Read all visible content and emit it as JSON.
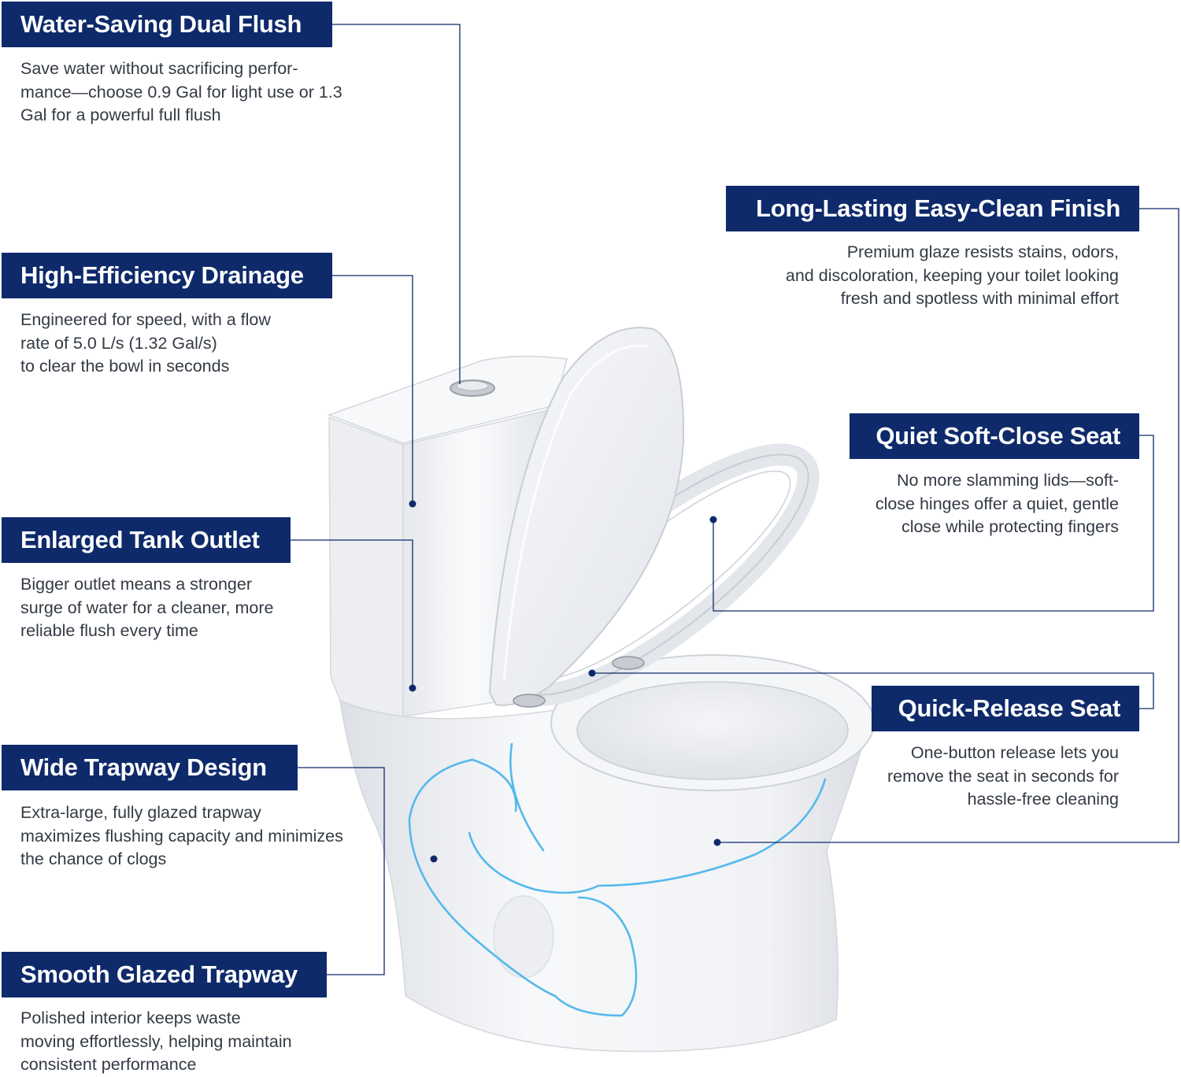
{
  "colors": {
    "badge_bg": "#0e2a6b",
    "badge_text": "#ffffff",
    "body_text": "#333a44",
    "leader_line": "#0e2a6b",
    "flow_curve": "#55b9ec",
    "ceramic": "#f2f3f5"
  },
  "features": {
    "dual_flush": {
      "title": "Water-Saving Dual Flush",
      "lines": [
        "Save water without sacrificing perfor-",
        "mance—choose 0.9 Gal for light use or 1.3",
        "Gal for a powerful full flush"
      ]
    },
    "drainage": {
      "title": "High-Efficiency Drainage",
      "lines": [
        "Engineered for speed, with a flow",
        "rate of 5.0 L/s (1.32 Gal/s)",
        "to clear the bowl in seconds"
      ]
    },
    "tank_outlet": {
      "title": "Enlarged Tank Outlet",
      "lines": [
        "Bigger outlet means a stronger",
        "surge of water for a cleaner, more",
        "reliable flush every time"
      ]
    },
    "trapway": {
      "title": "Wide Trapway Design",
      "lines": [
        "Extra-large, fully glazed trapway",
        "maximizes flushing capacity and minimizes",
        "the chance of clogs"
      ]
    },
    "glazed": {
      "title": "Smooth Glazed Trapway",
      "lines": [
        "Polished interior keeps waste",
        "moving effortlessly, helping maintain",
        "consistent performance"
      ]
    },
    "finish": {
      "title": "Long-Lasting Easy-Clean Finish",
      "lines": [
        "Premium glaze resists stains, odors,",
        "and discoloration, keeping your toilet looking",
        "fresh and spotless with minimal effort"
      ]
    },
    "soft_close": {
      "title": "Quiet Soft-Close Seat",
      "lines": [
        "No more slamming lids—soft-",
        "close hinges offer a quiet, gentle",
        "close while protecting fingers"
      ]
    },
    "quick_release": {
      "title": "Quick-Release Seat",
      "lines": [
        "One-button release lets you",
        "remove the seat in seconds for",
        "hassle-free cleaning"
      ]
    }
  }
}
